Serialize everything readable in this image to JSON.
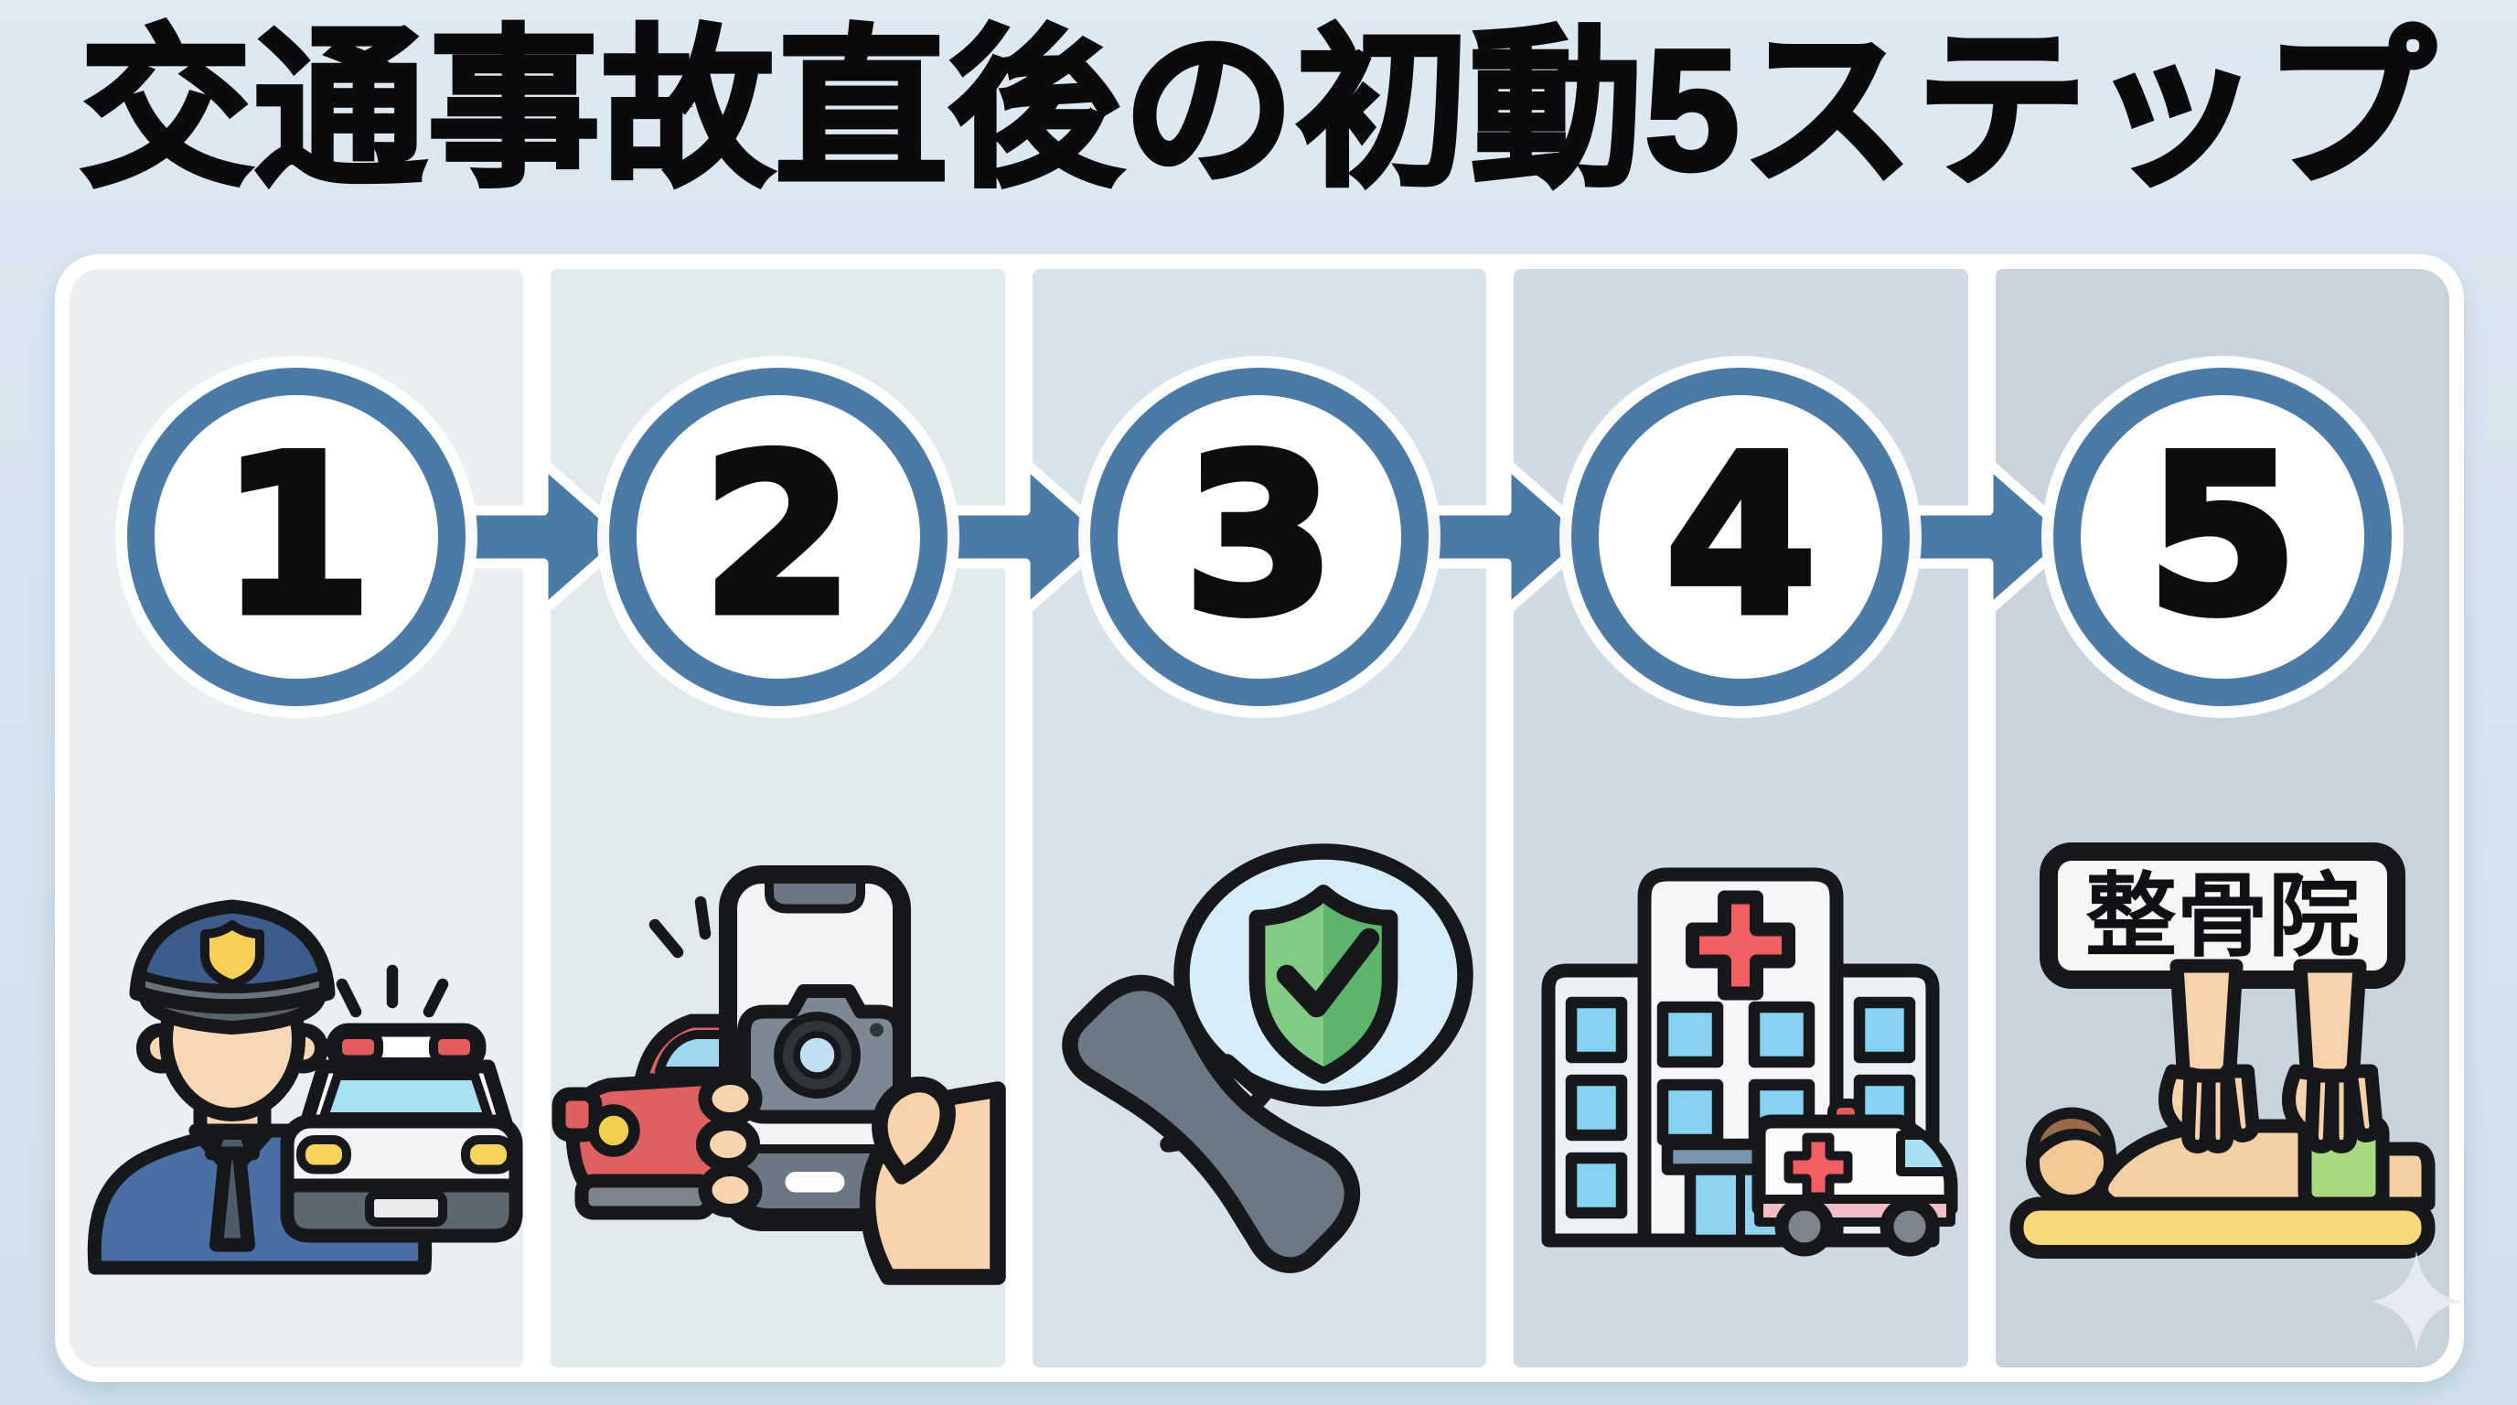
{
  "page": {
    "title": "交通事故直後の初動5ステップ",
    "background_top": "#dde9f3",
    "background_bottom": "#cfe0ea"
  },
  "colors": {
    "accent_blue": "#4b7aa6",
    "circle_fill": "#ffffff",
    "number_color": "#0d0d0f",
    "board_border": "#ffffff",
    "panel_colors": [
      "#eaeff2",
      "#e0eaed",
      "#d7e2ea",
      "#cfdae5",
      "#c9d3dd"
    ],
    "status_green": "#82cb82",
    "alert_red": "#e25c5c",
    "sign_yellow": "#f7d97a"
  },
  "steps": [
    {
      "number": "1",
      "icon": "police-officer-and-police-car-icon"
    },
    {
      "number": "2",
      "icon": "smartphone-photo-of-accident-car-icon"
    },
    {
      "number": "3",
      "icon": "phone-call-insurance-shield-icon"
    },
    {
      "number": "4",
      "icon": "hospital-and-ambulance-icon"
    },
    {
      "number": "5",
      "icon": "osteopathic-clinic-massage-icon",
      "sign_label": "整骨院"
    }
  ],
  "decor": {
    "arrow_icon": "arrow-right",
    "sparkle_icon": "four-point-sparkle"
  }
}
